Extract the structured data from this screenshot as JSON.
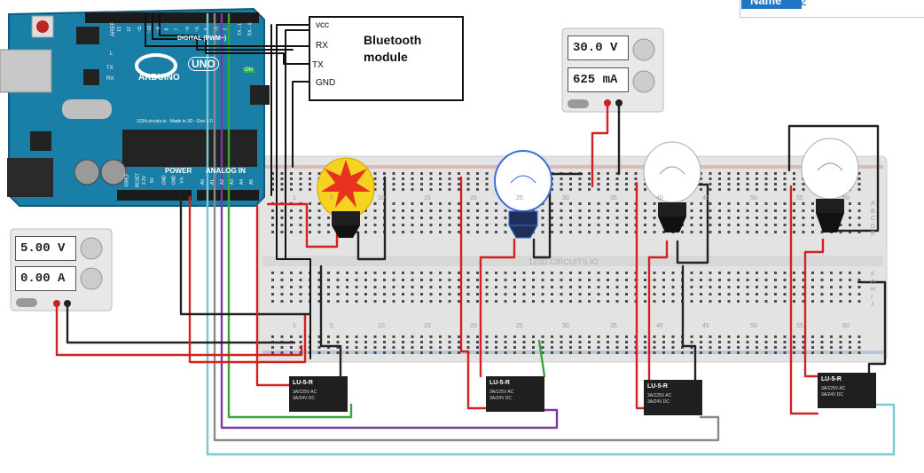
{
  "properties_panel": {
    "label": "Name",
    "value": "2"
  },
  "bluetooth": {
    "title_line1": "Bluetooth",
    "title_line2": "module",
    "pins": [
      "vcc",
      "RX",
      "TX",
      "GND"
    ]
  },
  "supply_top": {
    "voltage": "30.0 V",
    "current": "625 mA"
  },
  "supply_left": {
    "voltage": "5.00 V",
    "current": "0.00 A"
  },
  "arduino": {
    "logo": "ARDUINO",
    "model": "UNO",
    "power_label": "POWER",
    "analog_label": "ANALOG IN",
    "digital_label": "DIGITAL (PWM~)",
    "on_label": "ON",
    "aref": "AREF",
    "gnd": "GND",
    "tx": "TX",
    "rx": "RX",
    "l": "L",
    "footer": "1234.circuits.io - Made in 3D - Gen 1.0",
    "power_pins": [
      "IOREF",
      "RESET",
      "3.3V",
      "5V",
      "GND",
      "GND",
      "Vin"
    ],
    "analog_pins": [
      "A0",
      "A1",
      "A2",
      "A3",
      "A4",
      "A5"
    ],
    "digital_pins": [
      "13",
      "12",
      "~11",
      "~10",
      "~9",
      "8",
      "7",
      "~6",
      "~5",
      "4",
      "~3",
      "2",
      "TX→1",
      "RX←0"
    ]
  },
  "breadboard": {
    "watermark": "123D CIRCUITS.IO",
    "column_numbers": [
      "1",
      "5",
      "10",
      "15",
      "20",
      "25",
      "30",
      "35",
      "40",
      "45",
      "50",
      "55",
      "60"
    ],
    "row_letters_top": [
      "A",
      "B",
      "C",
      "D",
      "E"
    ],
    "row_letters_bottom": [
      "F",
      "G",
      "H",
      "I",
      "J"
    ]
  },
  "relays": [
    {
      "name": "LU-5-R",
      "rating1": "3A/125V AC",
      "rating2": "3A/24V DC"
    },
    {
      "name": "LU-5-R",
      "rating1": "3A/125V AC",
      "rating2": "3A/24V DC"
    },
    {
      "name": "LU-5-R",
      "rating1": "3A/125V AC",
      "rating2": "3A/24V DC"
    },
    {
      "name": "LU-5-R",
      "rating1": "3A/125V AC",
      "rating2": "3A/24V DC"
    }
  ],
  "bulbs": [
    {
      "state": "on"
    },
    {
      "state": "off-selected"
    },
    {
      "state": "off"
    },
    {
      "state": "off"
    }
  ],
  "colors": {
    "arduino_blue": "#1a7fa6",
    "breadboard": "#e2e2e2",
    "wire_red": "#d32020",
    "wire_black": "#1a1a1a",
    "wire_green": "#3aa63a",
    "wire_purple": "#7a3aa0",
    "wire_cyan": "#77c8d0",
    "wire_gray": "#888888",
    "bulb_glow": "#f5d320"
  }
}
